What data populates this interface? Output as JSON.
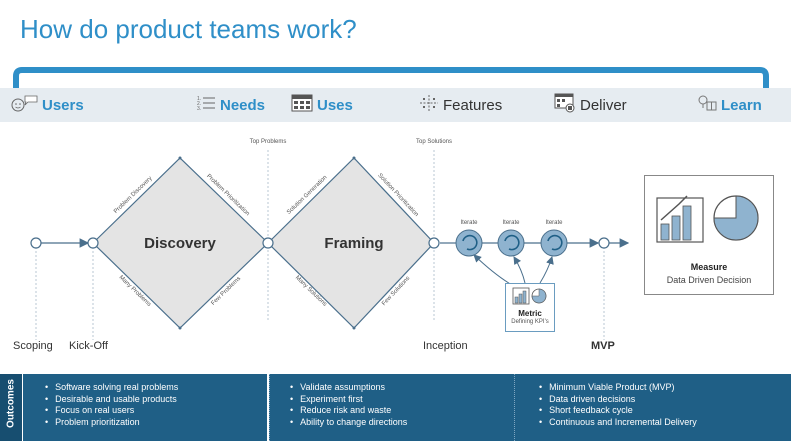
{
  "title": "How do product teams work?",
  "flow": {
    "users": "Users",
    "needs": "Needs",
    "uses": "Uses",
    "features": "Features",
    "deliver": "Deliver",
    "learn": "Learn"
  },
  "diagram": {
    "top_problems": "Top Problems",
    "top_solutions": "Top Solutions",
    "discovery": "Discovery",
    "framing": "Framing",
    "problem_discovery": "Problem Discovery",
    "problem_prioritization": "Problem Prioritization",
    "many_problems": "Many Problems",
    "few_problems": "Few Problems",
    "solution_generation": "Solution Generation",
    "solution_prioritization": "Solution Prioritization",
    "many_solutions": "Many Solutions",
    "few_solutions": "Few Solutions",
    "iterate_1": "Iterate",
    "iterate_2": "Iterate",
    "iterate_3": "Iterate",
    "metric_title": "Metric",
    "metric_sub": "Defining KPI's",
    "measure_title": "Measure",
    "measure_sub": "Data Driven Decision"
  },
  "stages": {
    "scoping": "Scoping",
    "kickoff": "Kick-Off",
    "inception": "Inception",
    "mvp": "MVP"
  },
  "outcomes": {
    "label": "Outcomes",
    "col1": [
      "Software solving real problems",
      "Desirable and usable products",
      "Focus on real users",
      "Problem prioritization"
    ],
    "col2": [
      "Validate assumptions",
      "Experiment first",
      "Reduce risk and waste",
      "Ability to change directions"
    ],
    "col3": [
      "Minimum Viable Product (MVP)",
      "Data driven decisions",
      "Short feedback cycle",
      "Continuous and Incremental Delivery"
    ]
  },
  "colors": {
    "accent": "#2f8fc8",
    "dark_blue": "#1f5f86",
    "line": "#4a6f8c"
  }
}
